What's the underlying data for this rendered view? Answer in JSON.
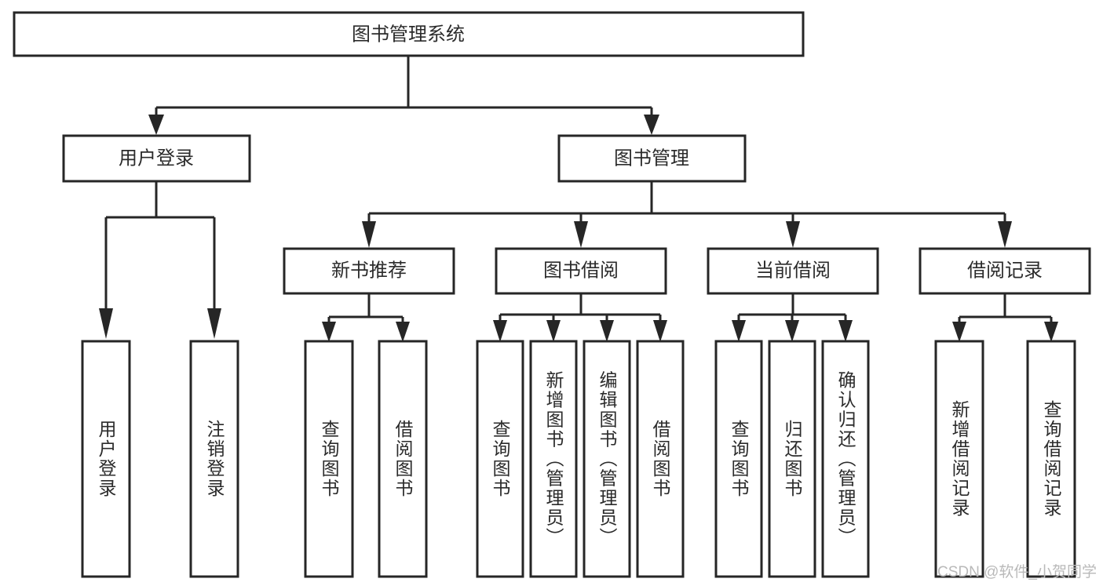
{
  "diagram": {
    "title": "图书管理系统",
    "watermark": "CSDN @软件_小贺同学",
    "colors": {
      "stroke": "#262626",
      "node_fill": "#ffffff",
      "text": "#2b2b2b",
      "background": "#ffffff",
      "watermark": "#b9b9b9"
    },
    "root": {
      "label": "图书管理系统"
    },
    "level2": [
      {
        "label": "用户登录"
      },
      {
        "label": "图书管理"
      }
    ],
    "level3": [
      {
        "label": "新书推荐"
      },
      {
        "label": "图书借阅"
      },
      {
        "label": "当前借阅"
      },
      {
        "label": "借阅记录"
      }
    ],
    "leaves": {
      "user_login": [
        {
          "label": "用户登录"
        },
        {
          "label": "注销登录"
        }
      ],
      "new_book_recommend": [
        {
          "label": "查询图书"
        },
        {
          "label": "借阅图书"
        }
      ],
      "book_borrow": [
        {
          "label": "查询图书"
        },
        {
          "label": "新增图书（管理员）"
        },
        {
          "label": "编辑图书（管理员）"
        },
        {
          "label": "借阅图书"
        }
      ],
      "current_borrow": [
        {
          "label": "查询图书"
        },
        {
          "label": "归还图书"
        },
        {
          "label": "确认归还（管理员）"
        }
      ],
      "borrow_records": [
        {
          "label": "新增借阅记录"
        },
        {
          "label": "查询借阅记录"
        }
      ]
    }
  },
  "chart_data": {
    "type": "table",
    "title": "图书管理系统 功能结构图",
    "nodes": [
      {
        "id": "root",
        "label": "图书管理系统",
        "level": 1,
        "parent": null
      },
      {
        "id": "n2_1",
        "label": "用户登录",
        "level": 2,
        "parent": "root"
      },
      {
        "id": "n2_2",
        "label": "图书管理",
        "level": 2,
        "parent": "root"
      },
      {
        "id": "n3_1",
        "label": "新书推荐",
        "level": 3,
        "parent": "n2_2"
      },
      {
        "id": "n3_2",
        "label": "图书借阅",
        "level": 3,
        "parent": "n2_2"
      },
      {
        "id": "n3_3",
        "label": "当前借阅",
        "level": 3,
        "parent": "n2_2"
      },
      {
        "id": "n3_4",
        "label": "借阅记录",
        "level": 3,
        "parent": "n2_2"
      },
      {
        "id": "l1",
        "label": "用户登录",
        "level": 4,
        "parent": "n2_1"
      },
      {
        "id": "l2",
        "label": "注销登录",
        "level": 4,
        "parent": "n2_1"
      },
      {
        "id": "l3",
        "label": "查询图书",
        "level": 4,
        "parent": "n3_1"
      },
      {
        "id": "l4",
        "label": "借阅图书",
        "level": 4,
        "parent": "n3_1"
      },
      {
        "id": "l5",
        "label": "查询图书",
        "level": 4,
        "parent": "n3_2"
      },
      {
        "id": "l6",
        "label": "新增图书（管理员）",
        "level": 4,
        "parent": "n3_2"
      },
      {
        "id": "l7",
        "label": "编辑图书（管理员）",
        "level": 4,
        "parent": "n3_2"
      },
      {
        "id": "l8",
        "label": "借阅图书",
        "level": 4,
        "parent": "n3_2"
      },
      {
        "id": "l9",
        "label": "查询图书",
        "level": 4,
        "parent": "n3_3"
      },
      {
        "id": "l10",
        "label": "归还图书",
        "level": 4,
        "parent": "n3_3"
      },
      {
        "id": "l11",
        "label": "确认归还（管理员）",
        "level": 4,
        "parent": "n3_3"
      },
      {
        "id": "l12",
        "label": "新增借阅记录",
        "level": 4,
        "parent": "n3_4"
      },
      {
        "id": "l13",
        "label": "查询借阅记录",
        "level": 4,
        "parent": "n3_4"
      }
    ]
  }
}
